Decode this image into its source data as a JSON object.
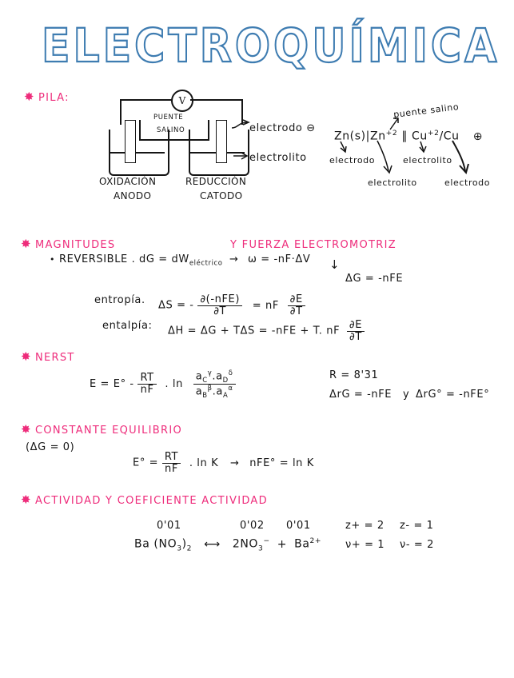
{
  "document": {
    "title": "ELECTROQUÍMICA",
    "title_color": "#3E7CB1",
    "accent_color": "#EE2C7B",
    "ink_color": "#151515"
  },
  "sections": {
    "pila": {
      "heading": "PILA:",
      "diagram": {
        "voltmeter": "V",
        "salt_bridge_line1": "PUENTE",
        "salt_bridge_line2": "SALINO",
        "left_label_line1": "OXIDACIÓN",
        "left_label_line2": "ANODO",
        "right_label_line1": "REDUCCIÓN",
        "right_label_line2": "CATODO",
        "callout_electrodo": "electrodo",
        "callout_electrodo_sign": "⊖",
        "callout_electrolito": "electrolito"
      },
      "cell_notation": {
        "main": "Zn(s)|Zn",
        "main_sup": "+2",
        "separator": "‖",
        "right": "Cu",
        "right_sup": "+2",
        "right_tail": "/Cu",
        "positive_sign": "⊕",
        "label_puente_salino": "puente salino",
        "label_electrodo_left": "electrodo",
        "label_electrolito_left": "electrolito",
        "label_electrolito_mid": "electrolito",
        "label_electrodo_right": "electrodo"
      }
    },
    "magnitudes": {
      "heading": "MAGNITUDES",
      "heading_right": "Y FUERZA ELECTROMOTRIZ",
      "bullet": "•",
      "reversible": "REVERSIBLE .  dG = dW",
      "reversible_sub": "eléctrico",
      "arrow": "→",
      "work": "ω  = -nF·ΔV",
      "hook": "↓",
      "deltaG": "ΔG = -nFE",
      "entropia_label": "entropía.",
      "entropia_eq_start": "ΔS = -",
      "entropia_num": "∂(-nFE)",
      "entropia_den": "∂T",
      "entropia_eq_mid": "= nF",
      "entropia_num2": "∂E",
      "entropia_den2": "∂T",
      "entalpia_label": "entalpía:",
      "entalpia_eq": "ΔH = ΔG + TΔS = -nFE  + T. nF",
      "entalpia_num": "∂E",
      "entalpia_den": "∂T"
    },
    "nerst": {
      "heading": "NERST",
      "eq_start": "E = E° -",
      "rt_num": "RT",
      "rt_den": "nF",
      "ln": ". ln",
      "frac_num_a": "a",
      "frac_num_a_sub": "C",
      "frac_num_a_sup": "γ",
      "frac_num_dot": ".",
      "frac_num_b": "a",
      "frac_num_b_sub": "D",
      "frac_num_b_sup": "δ",
      "frac_den_a": "a",
      "frac_den_a_sub": "B",
      "frac_den_a_sup": "β",
      "frac_den_dot": ".",
      "frac_den_b": "a",
      "frac_den_b_sub": "A",
      "frac_den_b_sup": "α",
      "r_value": "R = 8'31",
      "dg_eq": "ΔrG = -nFE",
      "y": "y",
      "dg0_eq": "ΔrG° = -nFE°"
    },
    "constante": {
      "heading": "CONSTANTE   EQUILIBRIO",
      "condition": "(ΔG = 0)",
      "eq_start": "E° =",
      "rt_num": "RT",
      "rt_den": "nF",
      "eq_mid": ". ln    K",
      "arrow": "→",
      "eq_end": "nFE° = ln K"
    },
    "actividad": {
      "heading": "ACTIVIDAD   Y COEFICIENTE   ACTIVIDAD",
      "conc_left": "0'01",
      "conc_mid": "0'02",
      "conc_right": "0'01",
      "reactant": "Ba (NO",
      "reactant_sub1": "3",
      "reactant_mid": ")",
      "reactant_sub2": "2",
      "equil_arrow": "⟷",
      "product1": "2NO",
      "product1_sub": "3",
      "product1_sup": "−",
      "plus": "+",
      "product2": "Ba",
      "product2_sup": "2+",
      "z_plus": "z+ = 2",
      "z_minus": "z- = 1",
      "nu_plus": "ν+ = 1",
      "nu_minus": "ν- = 2"
    }
  }
}
